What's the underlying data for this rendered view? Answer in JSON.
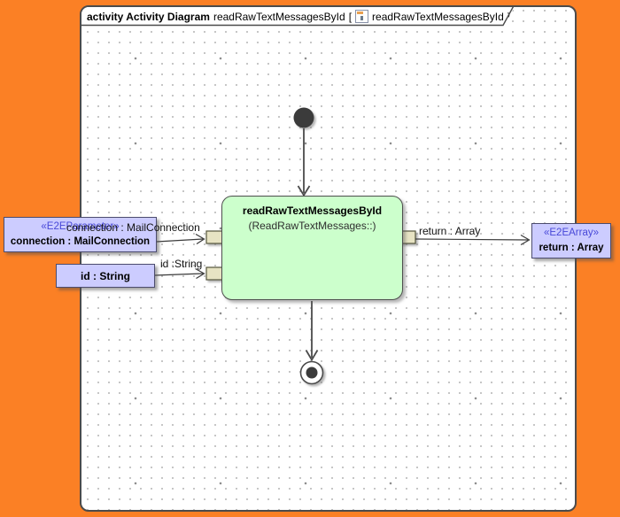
{
  "frame_title": {
    "keyword": "activity Activity Diagram",
    "diagram_name": "readRawTextMessagesById",
    "bracket_open": "[",
    "ref_name": "readRawTextMessagesById",
    "bracket_close": "]"
  },
  "activity": {
    "name": "readRawTextMessagesById",
    "qualifier": "(ReadRawTextMessages::)"
  },
  "parameters": {
    "connection": {
      "stereotype": "«E2EParameter»",
      "label": "connection : MailConnection"
    },
    "id": {
      "label": "id : String"
    },
    "result": {
      "stereotype": "«E2EArray»",
      "label": "return : Array"
    }
  },
  "edge_labels": {
    "connection": "connection : MailConnection",
    "id": "id :String",
    "return": "return : Array"
  },
  "icons": {
    "frame_icon": "activity-diagram-icon"
  },
  "colors": {
    "page_background": "#FB8025",
    "canvas": "#FFFFFF",
    "frame_border": "#4B4B4B",
    "activity_fill": "#CCFFCC",
    "parameter_fill": "#CCCCFF",
    "stereotype_text": "#4848D8",
    "pin_fill": "#E7E3C3",
    "edge_stroke": "#4B4B4B",
    "node_fill": "#3A3A3A"
  }
}
